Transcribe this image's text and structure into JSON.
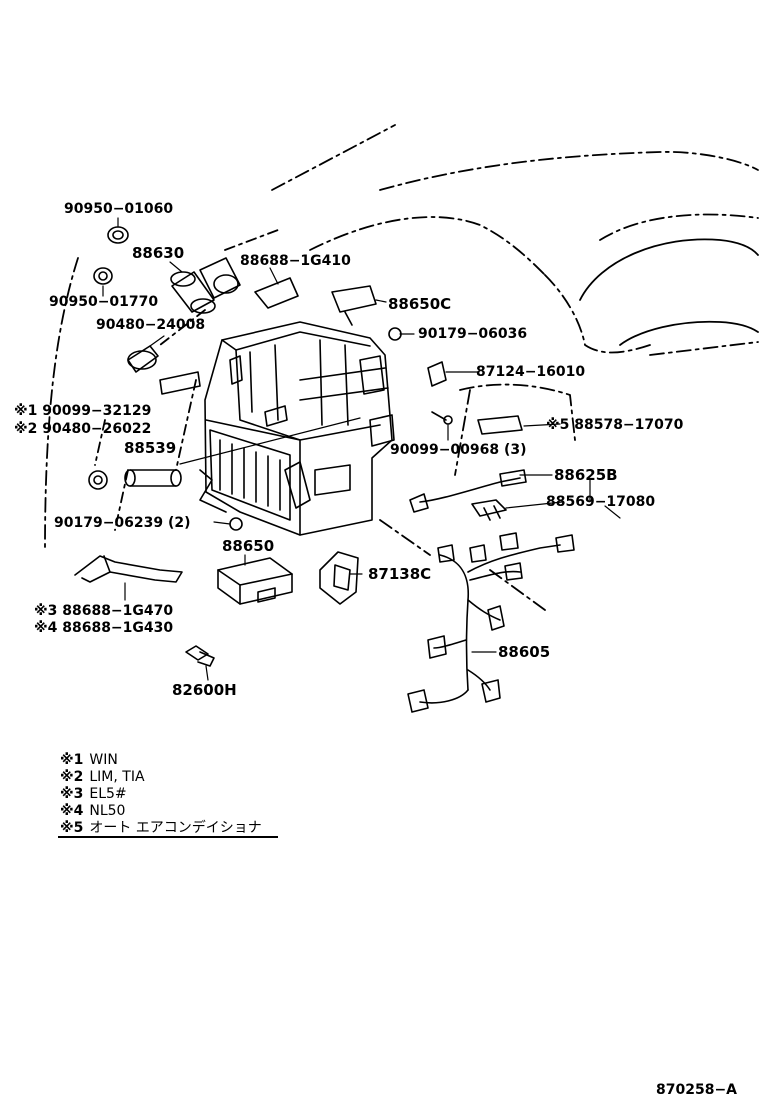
{
  "parts": {
    "p90950_01060": "90950−01060",
    "p88630": "88630",
    "p88688_1g410": "88688−1G410",
    "p90950_01770": "90950−01770",
    "p88650c": "88650C",
    "p90480_24008": "90480−24008",
    "p90179_06036": "90179−06036",
    "p87124_16010": "87124−16010",
    "p90099_32129": "※1 90099−32129",
    "p90480_26022": "※2 90480−26022",
    "p88578_17070": "※5 88578−17070",
    "p88539": "88539",
    "p90099_00968": "90099−00968 (3)",
    "p88625b": "88625B",
    "p88569_17080": "88569−17080",
    "p90179_06239": "90179−06239 (2)",
    "p88650": "88650",
    "p87138c": "87138C",
    "p88688_1g470": "※3 88688−1G470",
    "p88688_1g430": "※4 88688−1G430",
    "p88605": "88605",
    "p82600h": "82600H"
  },
  "notes": [
    {
      "mark": "※1",
      "text": "WIN"
    },
    {
      "mark": "※2",
      "text": "LIM, TIA"
    },
    {
      "mark": "※3",
      "text": "EL5#"
    },
    {
      "mark": "※4",
      "text": "NL50"
    },
    {
      "mark": "※5",
      "text": "オート エアコンデイショナ"
    }
  ],
  "diagram_code": "870258−A"
}
